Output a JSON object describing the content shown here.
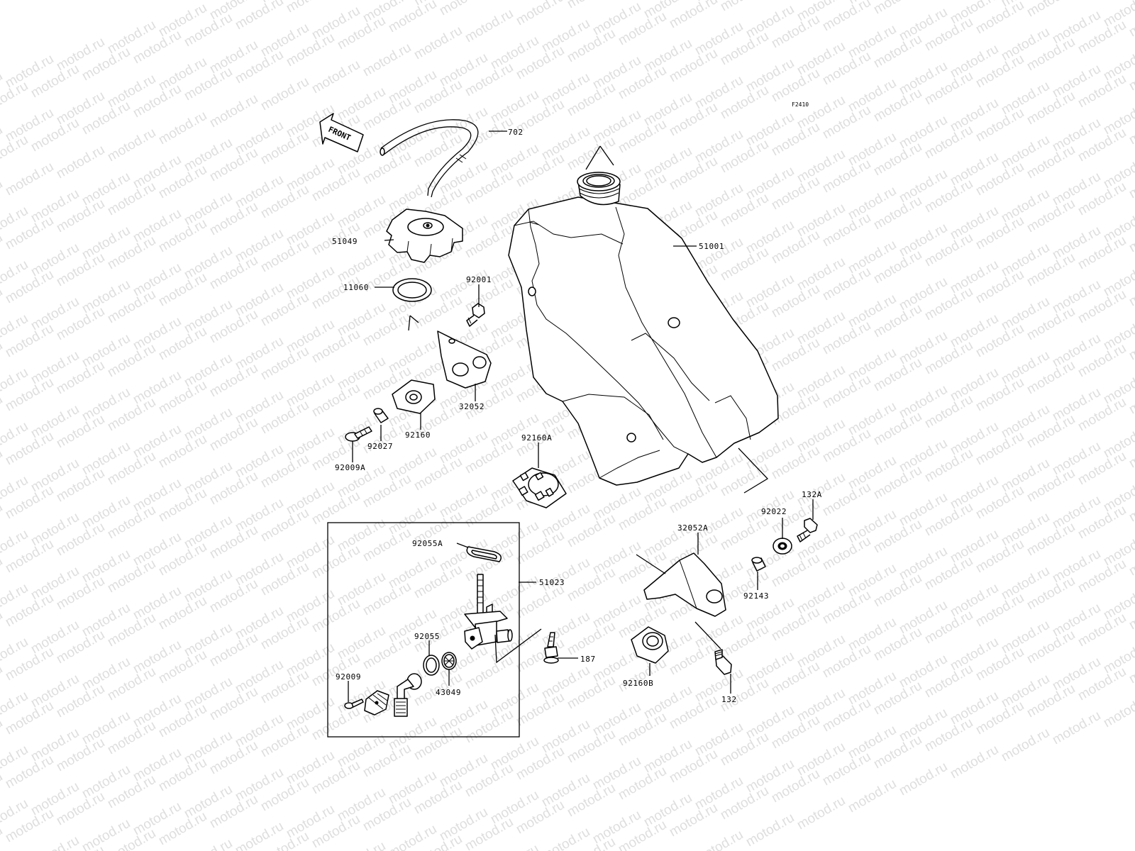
{
  "diagram": {
    "code": "F2410",
    "front_label": "FRONT",
    "watermark_text": "motod.ru",
    "colors": {
      "ink": "#000000",
      "watermark": "#dedede",
      "background": "#ffffff"
    },
    "part_labels": {
      "p702": "702",
      "p51049": "51049",
      "p11060": "11060",
      "p92001": "92001",
      "p51001": "51001",
      "p32052": "32052",
      "p92160": "92160",
      "p92027": "92027",
      "p92009A": "92009A",
      "p92160A": "92160A",
      "p92055A": "92055A",
      "p51023": "51023",
      "p92055": "92055",
      "p43049": "43049",
      "p92009": "92009",
      "p187": "187",
      "p32052A": "32052A",
      "p92022": "92022",
      "p132A": "132A",
      "p92143": "92143",
      "p92160B": "92160B",
      "p132": "132"
    }
  }
}
